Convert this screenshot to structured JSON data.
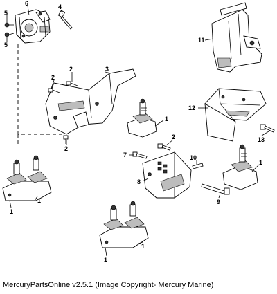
{
  "diagram": {
    "callouts": [
      {
        "id": "c6",
        "label": "6"
      },
      {
        "id": "c5a",
        "label": "5"
      },
      {
        "id": "c5b",
        "label": "5"
      },
      {
        "id": "c4",
        "label": "4"
      },
      {
        "id": "c11",
        "label": "11"
      },
      {
        "id": "c2a",
        "label": "2"
      },
      {
        "id": "c2b",
        "label": "2"
      },
      {
        "id": "c3",
        "label": "3"
      },
      {
        "id": "c2c",
        "label": "2"
      },
      {
        "id": "c1a",
        "label": "1"
      },
      {
        "id": "c12",
        "label": "12"
      },
      {
        "id": "c13",
        "label": "13"
      },
      {
        "id": "c2d",
        "label": "2"
      },
      {
        "id": "c7",
        "label": "7"
      },
      {
        "id": "c10",
        "label": "10"
      },
      {
        "id": "c8",
        "label": "8"
      },
      {
        "id": "c1b",
        "label": "1"
      },
      {
        "id": "c1c",
        "label": "1"
      },
      {
        "id": "c1d",
        "label": "1"
      },
      {
        "id": "c9",
        "label": "9"
      },
      {
        "id": "c1e",
        "label": "1"
      },
      {
        "id": "c1f",
        "label": "1"
      }
    ]
  },
  "footer": {
    "caption": "MercuryPartsOnline v2.5.1 (Image Copyright- Mercury Marine)"
  }
}
